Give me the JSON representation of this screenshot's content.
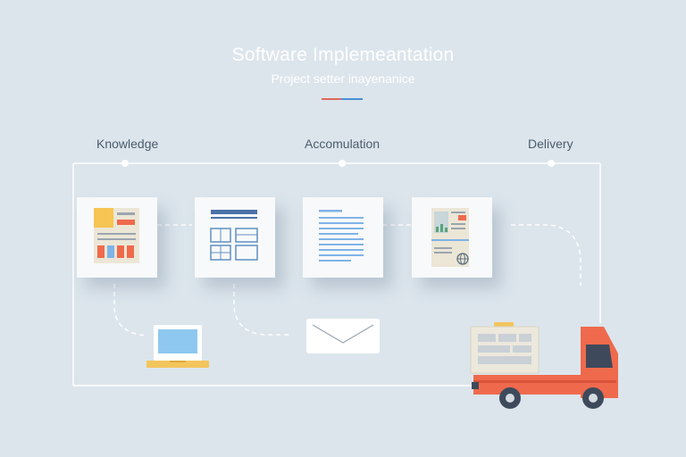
{
  "header": {
    "title": "Software Implemeantation",
    "subtitle": "Project setter inayenanice"
  },
  "stages": [
    {
      "label": "Knowledge"
    },
    {
      "label": "Accomulation"
    },
    {
      "label": "Delivery"
    }
  ],
  "colors": {
    "background": "#dce5ec",
    "accent_red": "#e0675a",
    "accent_blue": "#4a90d9",
    "truck_cab": "#ef6a4d",
    "truck_cargo": "#ece8dc",
    "laptop_base": "#f3c55c",
    "laptop_screen": "#8ec8f0",
    "line": "#ffffff"
  },
  "icons": [
    "document-icon",
    "layout-icon",
    "text-document-icon",
    "report-icon",
    "laptop-icon",
    "envelope-icon",
    "delivery-truck-icon"
  ]
}
